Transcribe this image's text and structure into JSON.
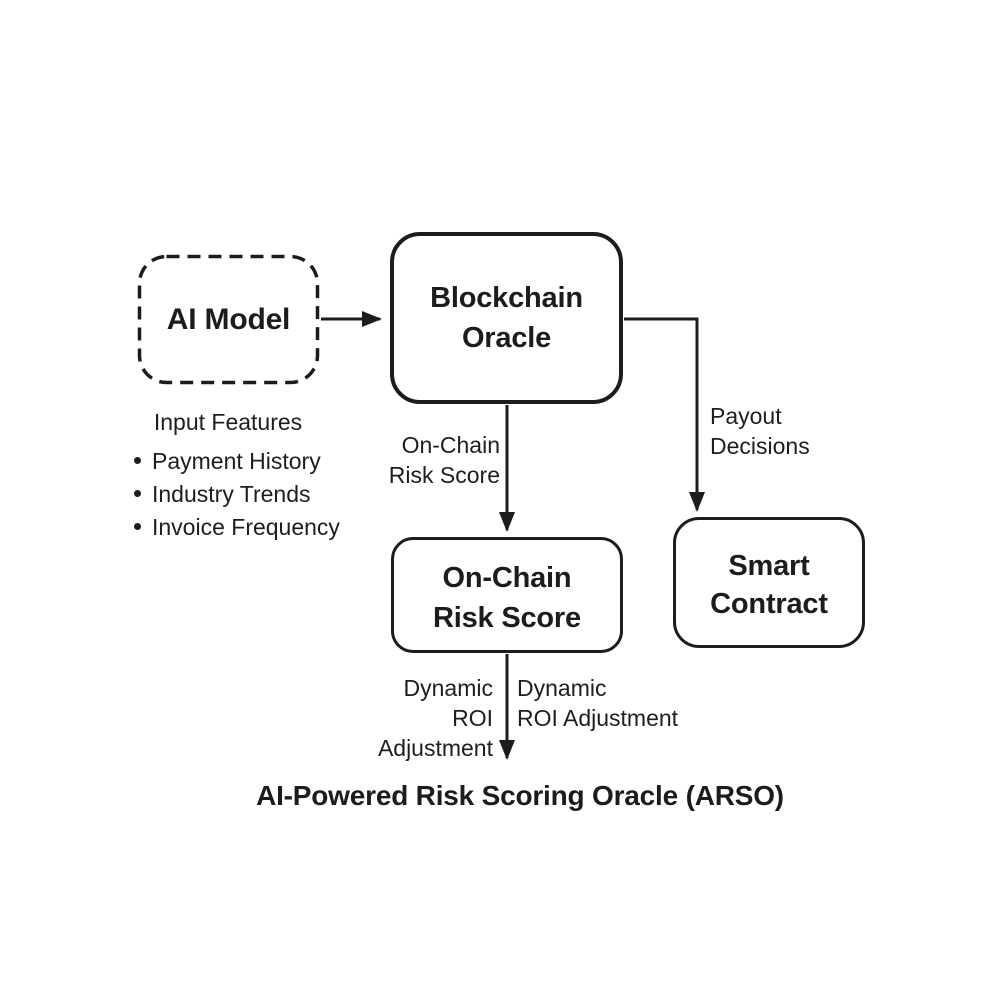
{
  "title": "AI-Powered Risk Scoring Oracle (ARSO)",
  "colors": {
    "ink": "#1c1c1c",
    "background": "#ffffff"
  },
  "nodes": {
    "ai_model": {
      "label": "AI Model",
      "border_style": "dashed"
    },
    "blockchain_oracle": {
      "lines": [
        "Blockchain",
        "Oracle"
      ],
      "border_style": "solid"
    },
    "on_chain_risk_score": {
      "lines": [
        "On-Chain",
        "Risk Score"
      ],
      "border_style": "solid"
    },
    "smart_contract": {
      "lines": [
        "Smart",
        "Contract"
      ],
      "border_style": "solid"
    }
  },
  "annotations": {
    "input_features": {
      "heading": "Input Features",
      "bullets": [
        "Payment History",
        "Industry Trends",
        "Invoice Frequency"
      ]
    }
  },
  "edge_labels": {
    "on_chain_risk_score": {
      "lines": [
        "On-Chain",
        "Risk Score"
      ]
    },
    "payout_decisions": {
      "lines": [
        "Payout",
        "Decisions"
      ]
    },
    "dynamic_roi_left": {
      "lines": [
        "Dynamic",
        "ROI",
        "Adjustment"
      ]
    },
    "dynamic_roi_right": {
      "lines": [
        "Dynamic",
        "ROI Adjustment"
      ]
    }
  },
  "edges": [
    {
      "from": "AI Model",
      "to": "Blockchain Oracle",
      "label": ""
    },
    {
      "from": "Blockchain Oracle",
      "to": "On-Chain Risk Score",
      "label": "On-Chain Risk Score"
    },
    {
      "from": "Blockchain Oracle",
      "to": "Smart Contract",
      "label": "Payout Decisions"
    },
    {
      "from": "On-Chain Risk Score",
      "to": "output",
      "label": "Dynamic ROI Adjustment"
    }
  ]
}
